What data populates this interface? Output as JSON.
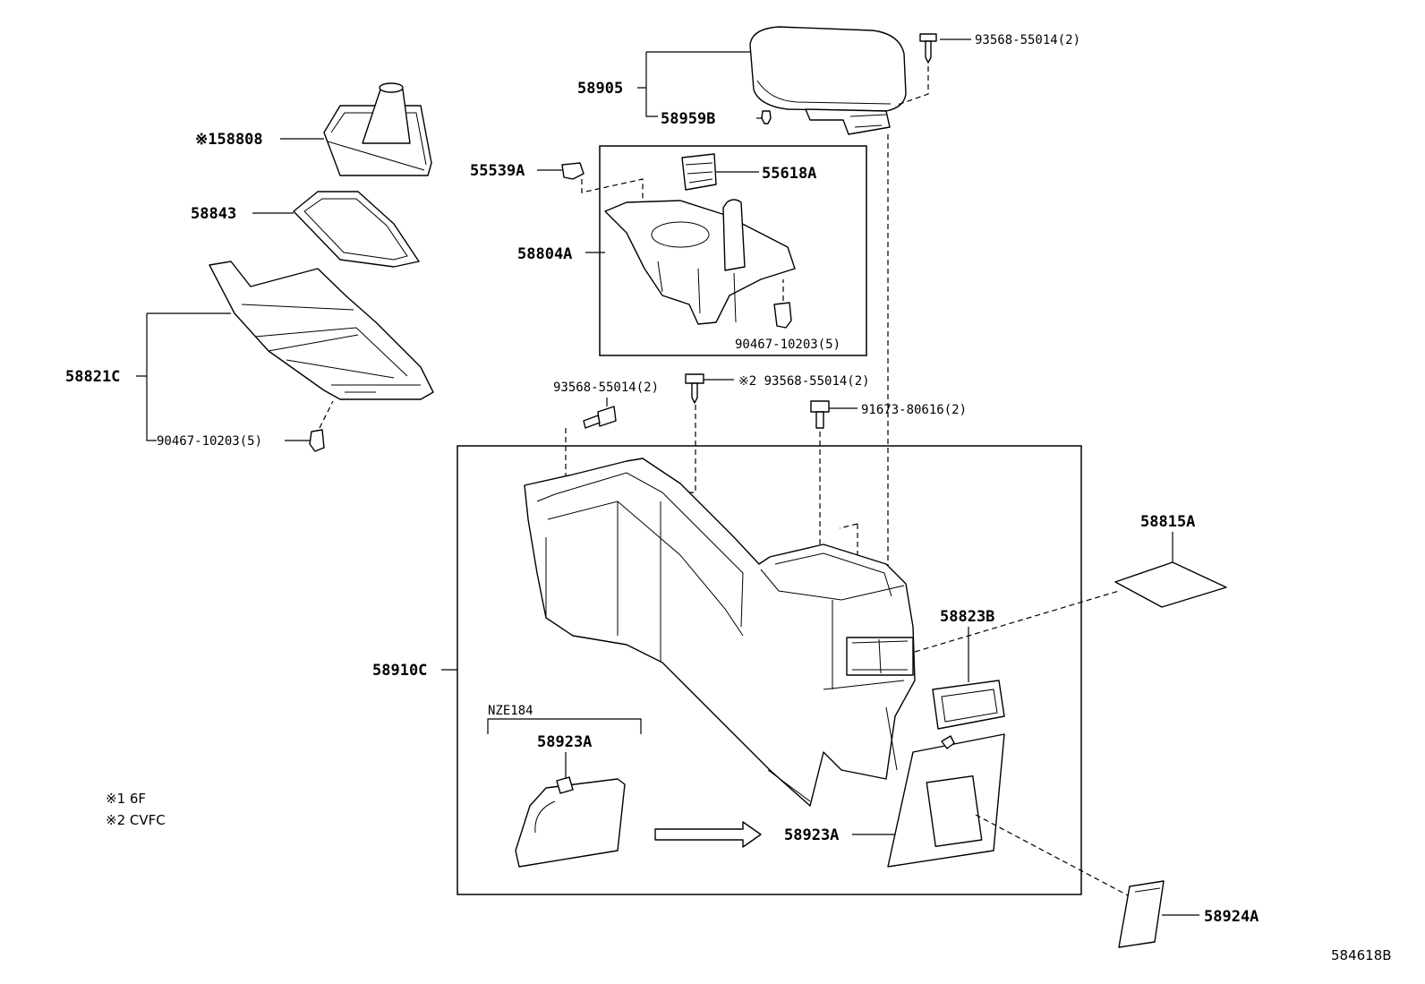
{
  "labels": {
    "p58905": "58905",
    "p58959B": "58959B",
    "p93568_top": "93568-55014(2)",
    "p58808": "※158808",
    "p58843": "58843",
    "p55539A": "55539A",
    "p55618A": "55618A",
    "p58804A": "58804A",
    "p90467_inner": "90467-10203(5)",
    "p58821C": "58821C",
    "p90467_left": "90467-10203(5)",
    "p93568_a": "93568-55014(2)",
    "p93568_b": "※2 93568-55014(2)",
    "p91673": "91673-80616(2)",
    "p58815A": "58815A",
    "p58823B": "58823B",
    "p58910C": "58910C",
    "nze184": "NZE184",
    "p58923A_left": "58923A",
    "p58923A_right": "58923A",
    "p58924A": "58924A",
    "note1": "※1 6F",
    "note2": "※2 CVFC",
    "diagram_code": "584618B"
  }
}
